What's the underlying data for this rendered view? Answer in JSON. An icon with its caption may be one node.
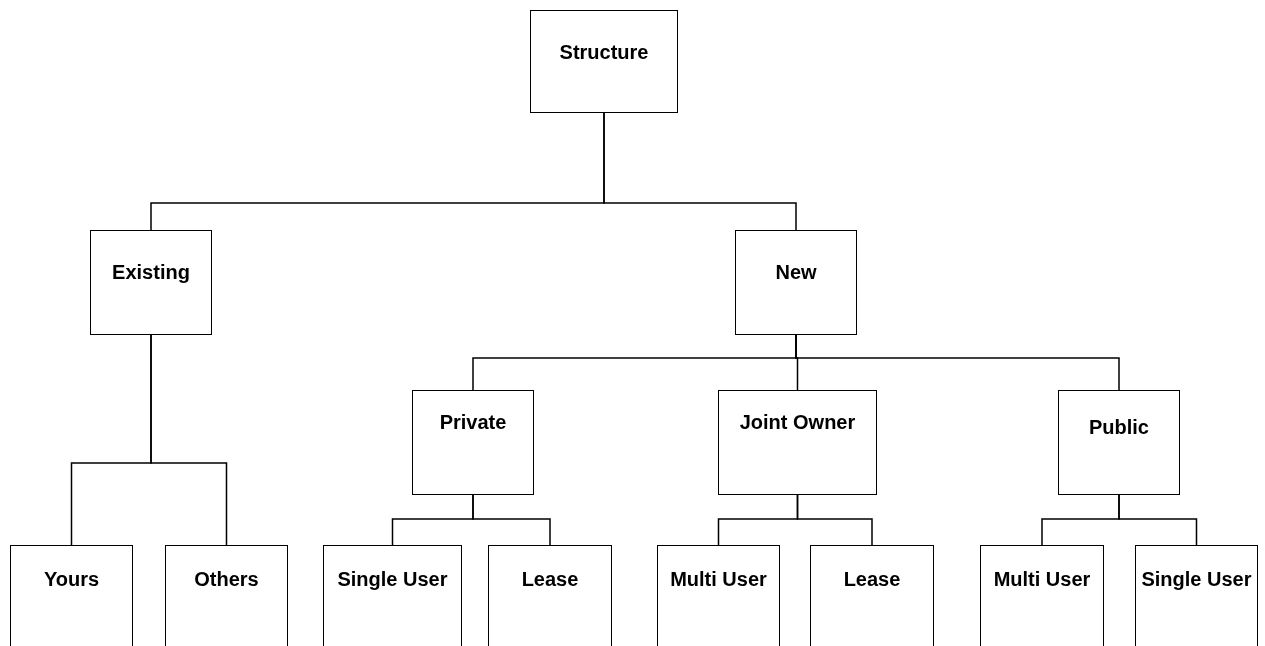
{
  "diagram": {
    "nodes": [
      {
        "text": [
          "Structure"
        ]
      },
      {
        "text": [
          "Existing"
        ]
      },
      {
        "text": [
          "New"
        ]
      },
      {
        "text": [
          "Private"
        ]
      },
      {
        "text": [
          "Joint Owner"
        ]
      },
      {
        "text": [
          "Public"
        ]
      },
      {
        "text": [
          "Yours"
        ]
      },
      {
        "text": [
          "Others"
        ]
      },
      {
        "text": [
          "Single User"
        ]
      },
      {
        "text": [
          "Lease"
        ]
      },
      {
        "text": [
          "Multi User"
        ]
      },
      {
        "text": [
          "Lease"
        ]
      },
      {
        "text": [
          "Multi User"
        ]
      },
      {
        "text": [
          "Single User"
        ]
      }
    ],
    "edges": [
      {
        "from": 0,
        "to": 1,
        "arrow": "none"
      },
      {
        "from": 0,
        "to": 2,
        "arrow": "none"
      },
      {
        "from": 1,
        "to": 6,
        "arrow": "none"
      },
      {
        "from": 1,
        "to": 7,
        "arrow": "none"
      },
      {
        "from": 2,
        "to": 3,
        "arrow": "none"
      },
      {
        "from": 2,
        "to": 4,
        "arrow": "none"
      },
      {
        "from": 2,
        "to": 5,
        "arrow": "none"
      },
      {
        "from": 3,
        "to": 8,
        "arrow": "none"
      },
      {
        "from": 3,
        "to": 9,
        "arrow": "none"
      },
      {
        "from": 4,
        "to": 10,
        "arrow": "none"
      },
      {
        "from": 4,
        "to": 11,
        "arrow": "none"
      },
      {
        "from": 5,
        "to": 12,
        "arrow": "none"
      },
      {
        "from": 5,
        "to": 13,
        "arrow": "none"
      }
    ]
  }
}
